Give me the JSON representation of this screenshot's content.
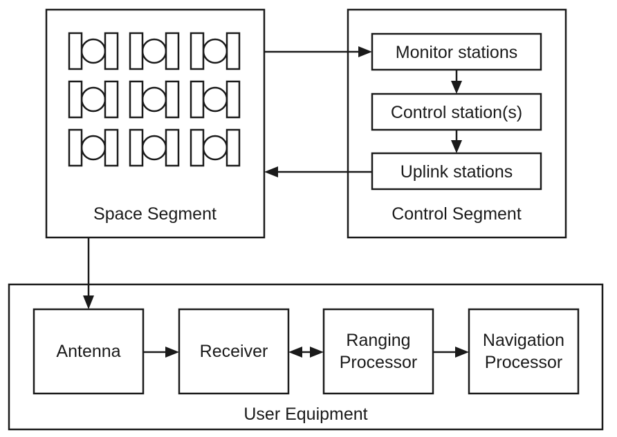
{
  "space_segment": {
    "label": "Space Segment",
    "satellite_icon": "satellite-icon",
    "satellite_count": 9
  },
  "control_segment": {
    "label": "Control Segment",
    "monitor": "Monitor stations",
    "control": "Control station(s)",
    "uplink": "Uplink stations"
  },
  "user_equipment": {
    "label": "User Equipment",
    "antenna": "Antenna",
    "receiver": "Receiver",
    "ranging": [
      "Ranging",
      "Processor"
    ],
    "navigation": [
      "Navigation",
      "Processor"
    ]
  }
}
